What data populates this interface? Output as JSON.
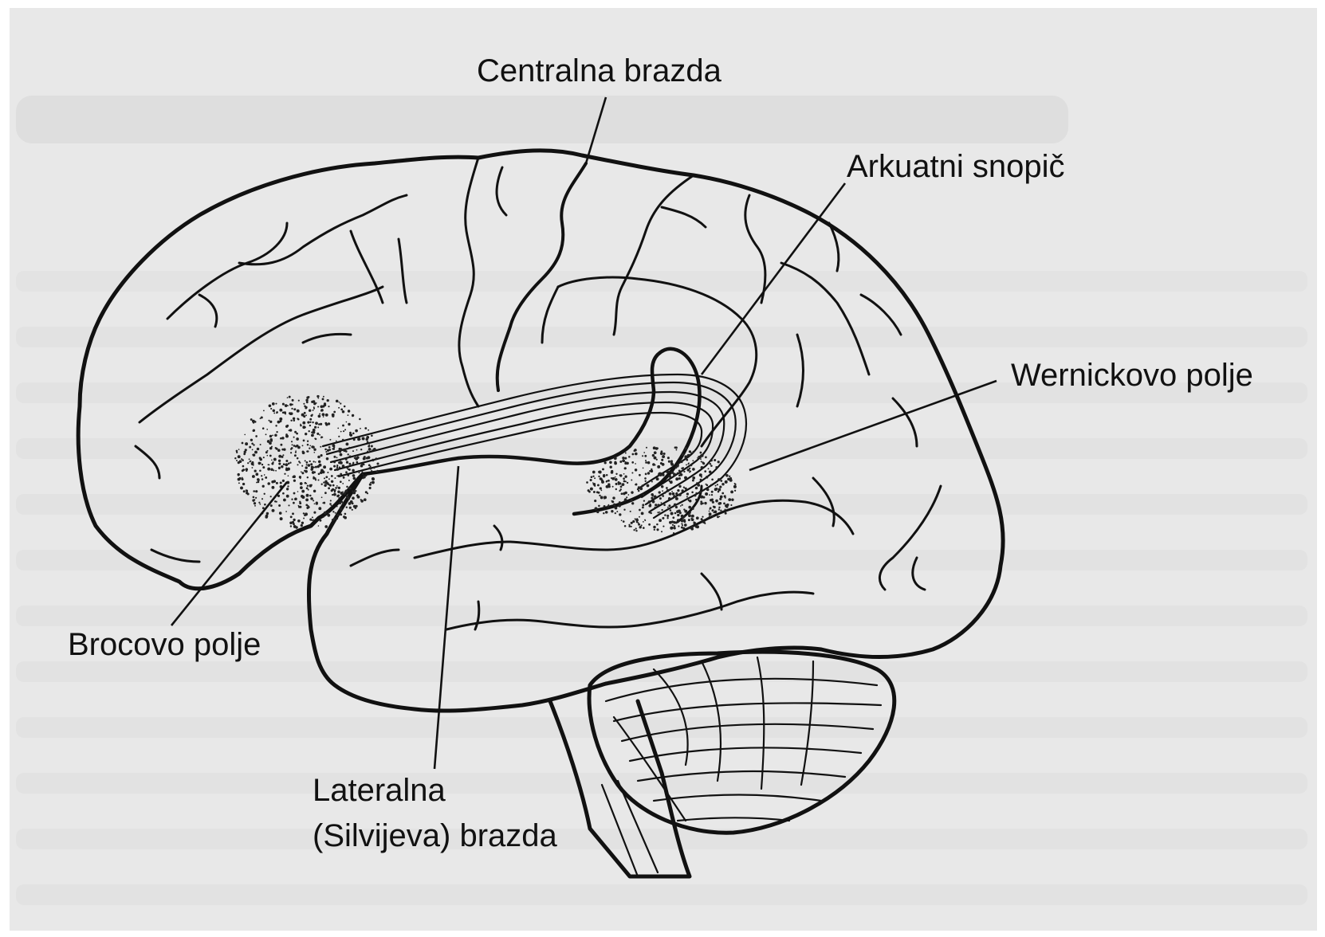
{
  "labels": {
    "central_sulcus": "Centralna brazda",
    "arcuate_fasciculus": "Arkuatni snopič",
    "wernicke_area": "Wernickovo polje",
    "broca_area": "Brocovo polje",
    "lateral_sulcus_line1": "Lateralna",
    "lateral_sulcus_line2": "(Silvijeva) brazda"
  },
  "colors": {
    "background": "#e8e8e8",
    "ink": "#111111",
    "stipple": "#222222"
  }
}
